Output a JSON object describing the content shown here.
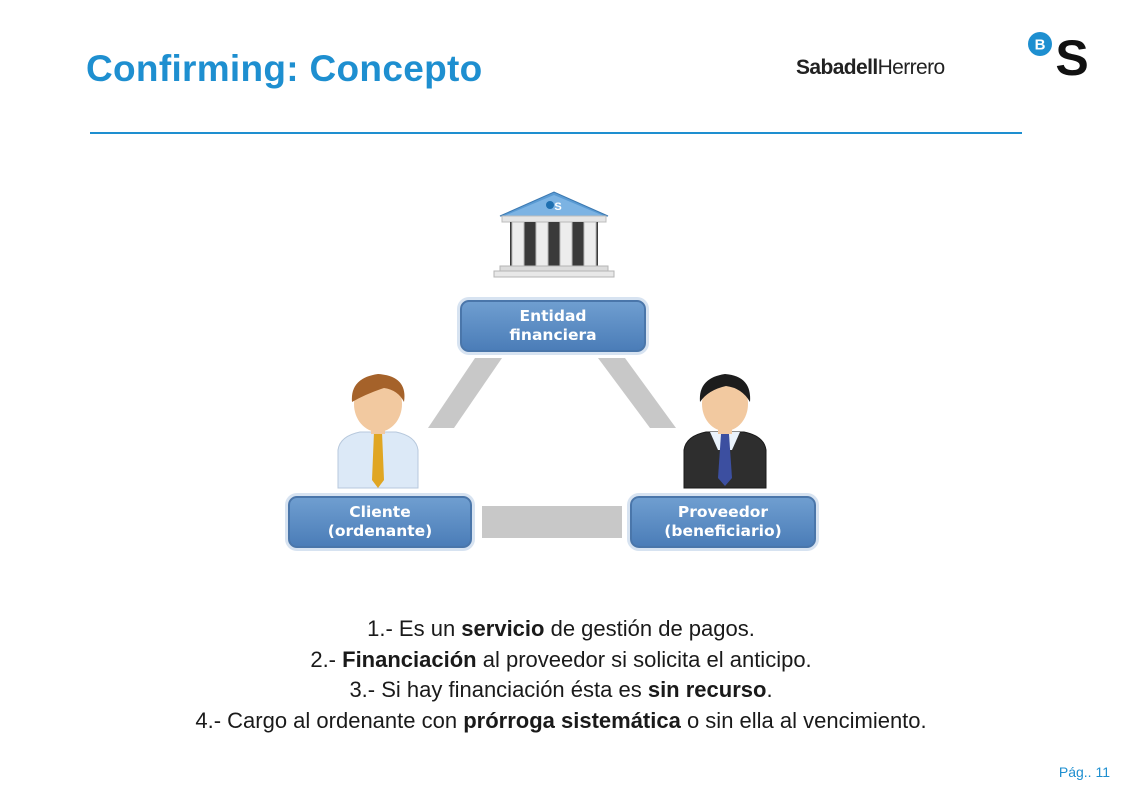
{
  "slide": {
    "title": "Confirming: Concepto",
    "brand": {
      "bold": "Sabadell",
      "light": "Herrero"
    },
    "logo_letters": {
      "small": "B",
      "large": "S"
    },
    "bank_icon_letter": "S",
    "page": "Pág.. 11"
  },
  "diagram": {
    "entity": {
      "line1": "Entidad",
      "line2": "financiera"
    },
    "client": {
      "line1": "Cliente",
      "line2": "(ordenante)"
    },
    "supplier": {
      "line1": "Proveedor",
      "line2": "(beneficiario)"
    }
  },
  "points": [
    {
      "pre": "1.- Es un ",
      "bold": "servicio",
      "post": " de gestión de pagos."
    },
    {
      "pre": "2.- ",
      "bold": "Financiación",
      "post": " al proveedor si solicita el anticipo."
    },
    {
      "pre": "3.- Si hay financiación ésta es ",
      "bold": "sin recurso",
      "post": "."
    },
    {
      "pre": "4.- Cargo al ordenante con ",
      "bold": "prórroga sistemática",
      "post": " o sin ella al vencimiento."
    }
  ],
  "colors": {
    "accent": "#1e8fd0",
    "box": "#5a8cc4",
    "connector": "#c8c8c8"
  }
}
